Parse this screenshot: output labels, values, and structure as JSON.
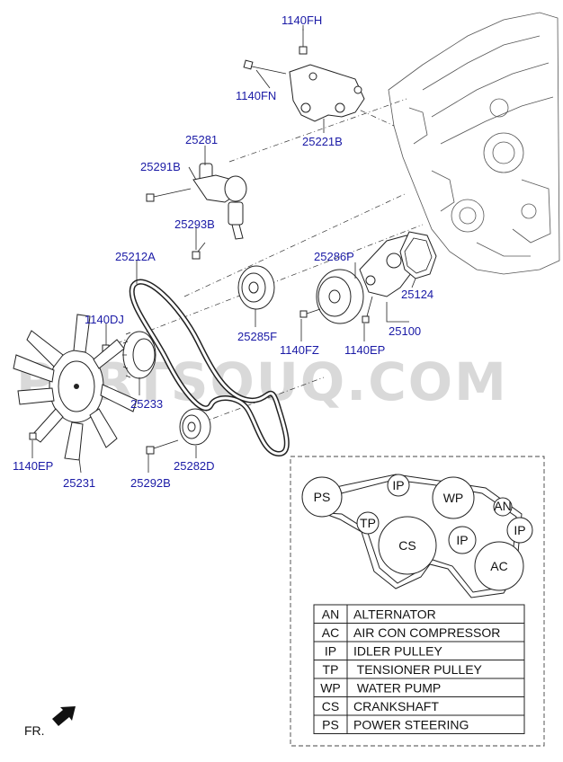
{
  "watermark": "PARTSOUQ.COM",
  "part_numbers": {
    "p1140FH": "1140FH",
    "p1140FN": "1140FN",
    "p25221B": "25221B",
    "p25281": "25281",
    "p25291B": "25291B",
    "p25293B": "25293B",
    "p25212A": "25212A",
    "p25286P": "25286P",
    "p25124": "25124",
    "p25285F": "25285F",
    "p1140FZ": "1140FZ",
    "p1140EP_a": "1140EP",
    "p25100": "25100",
    "p1140DJ": "1140DJ",
    "p25233": "25233",
    "p1140EP_b": "1140EP",
    "p25231": "25231",
    "p25292B": "25292B",
    "p25282D": "25282D"
  },
  "routing": {
    "ps": "PS",
    "ip1": "IP",
    "wp": "WP",
    "an": "AN",
    "tp": "TP",
    "cs": "CS",
    "ip2": "IP",
    "ip3": "IP",
    "ac": "AC"
  },
  "legend": [
    {
      "code": "AN",
      "name": "ALTERNATOR"
    },
    {
      "code": "AC",
      "name": "AIR CON COMPRESSOR"
    },
    {
      "code": "IP",
      "name": "IDLER PULLEY"
    },
    {
      "code": "TP",
      "name": " TENSIONER PULLEY"
    },
    {
      "code": "WP",
      "name": " WATER PUMP"
    },
    {
      "code": "CS",
      "name": "CRANKSHAFT"
    },
    {
      "code": "PS",
      "name": "POWER STEERING"
    }
  ],
  "front_label": "FR."
}
